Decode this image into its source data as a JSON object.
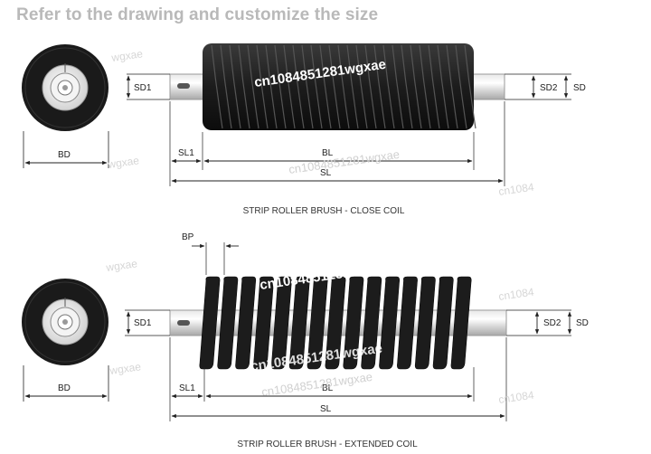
{
  "header": {
    "title": "Refer to the drawing and customize the size"
  },
  "diagrams": [
    {
      "caption": "STRIP ROLLER BRUSH - CLOSE COIL",
      "dims": {
        "sd1": "SD1",
        "sd2": "SD2",
        "sd": "SD",
        "bd": "BD",
        "sl1": "SL1",
        "bl": "BL",
        "sl": "SL"
      }
    },
    {
      "caption": "STRIP ROLLER BRUSH - EXTENDED COIL",
      "dims": {
        "bp": "BP",
        "sd1": "SD1",
        "sd2": "SD2",
        "sd": "SD",
        "bd": "BD",
        "sl1": "SL1",
        "bl": "BL",
        "sl": "SL"
      }
    }
  ],
  "watermarks": {
    "main": "cn1084851281wgxae",
    "side": "wgxae",
    "corner": "cn1084"
  },
  "colors": {
    "brush": "#1c1c1c",
    "line": "#222222",
    "watermark": "#c8c8c8"
  }
}
